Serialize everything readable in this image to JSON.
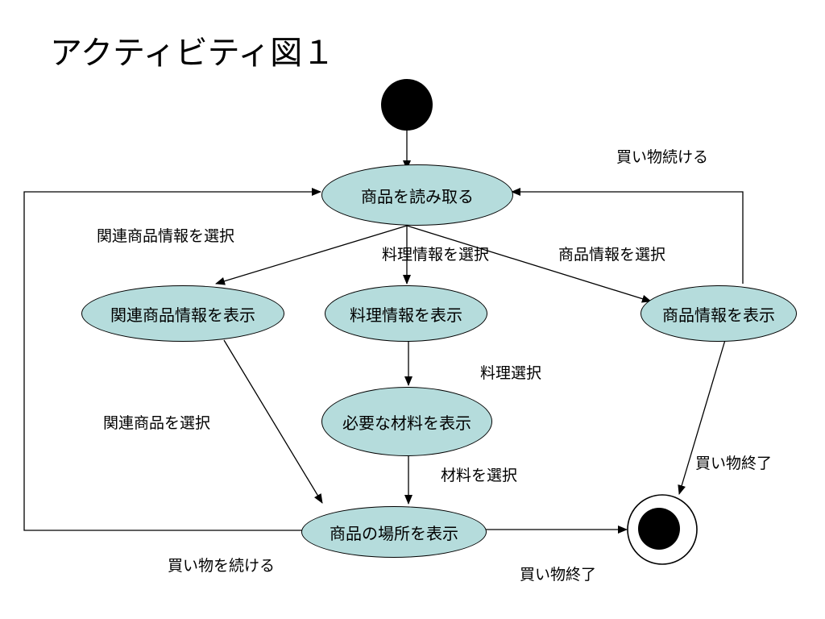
{
  "title": "アクティビティ図１",
  "colors": {
    "node_fill": "#b5dcdc",
    "line": "#000000",
    "start_fill": "#000000"
  },
  "nodes": {
    "read_product": "商品を読み取る",
    "show_related": "関連商品情報を表示",
    "show_recipe": "料理情報を表示",
    "show_product_info": "商品情報を表示",
    "show_materials": "必要な材料を表示",
    "show_location": "商品の場所を表示"
  },
  "edge_labels": {
    "continue_shopping_top": "買い物続ける",
    "select_related_info": "関連商品情報を選択",
    "select_recipe_info": "料理情報を選択",
    "select_product_info": "商品情報を選択",
    "select_recipe": "料理選択",
    "select_related_product": "関連商品を選択",
    "end_shopping_right": "買い物終了",
    "select_material": "材料を選択",
    "continue_shopping_bottom": "買い物を続ける",
    "end_shopping_bottom": "買い物終了"
  }
}
